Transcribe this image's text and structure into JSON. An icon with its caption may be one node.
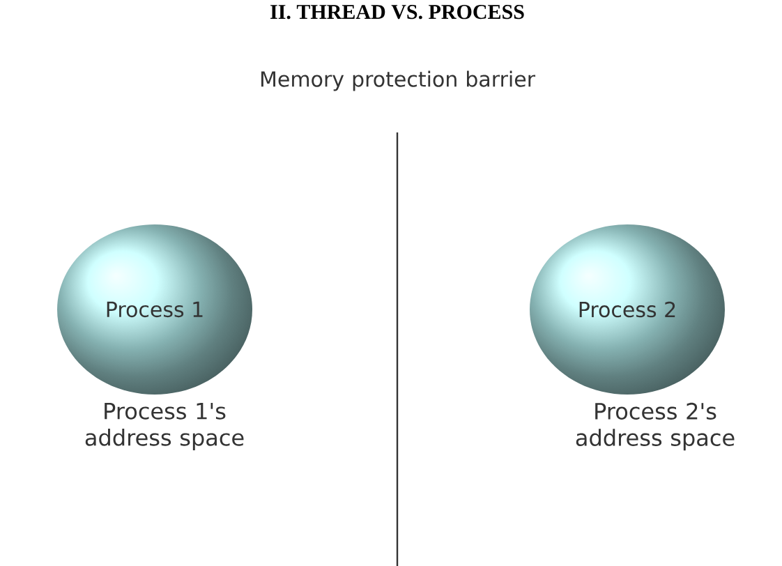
{
  "diagram": {
    "title": "II.      THREAD VS. PROCESS",
    "nodes": [
      {
        "text": [
          "Process 1"
        ],
        "beside": [
          "Process 1's address space"
        ]
      },
      {
        "text": [
          "Process 2"
        ],
        "beside": [
          "Process 2's address space"
        ]
      }
    ],
    "edges": [],
    "labels": [
      "Memory protection barrier"
    ]
  }
}
